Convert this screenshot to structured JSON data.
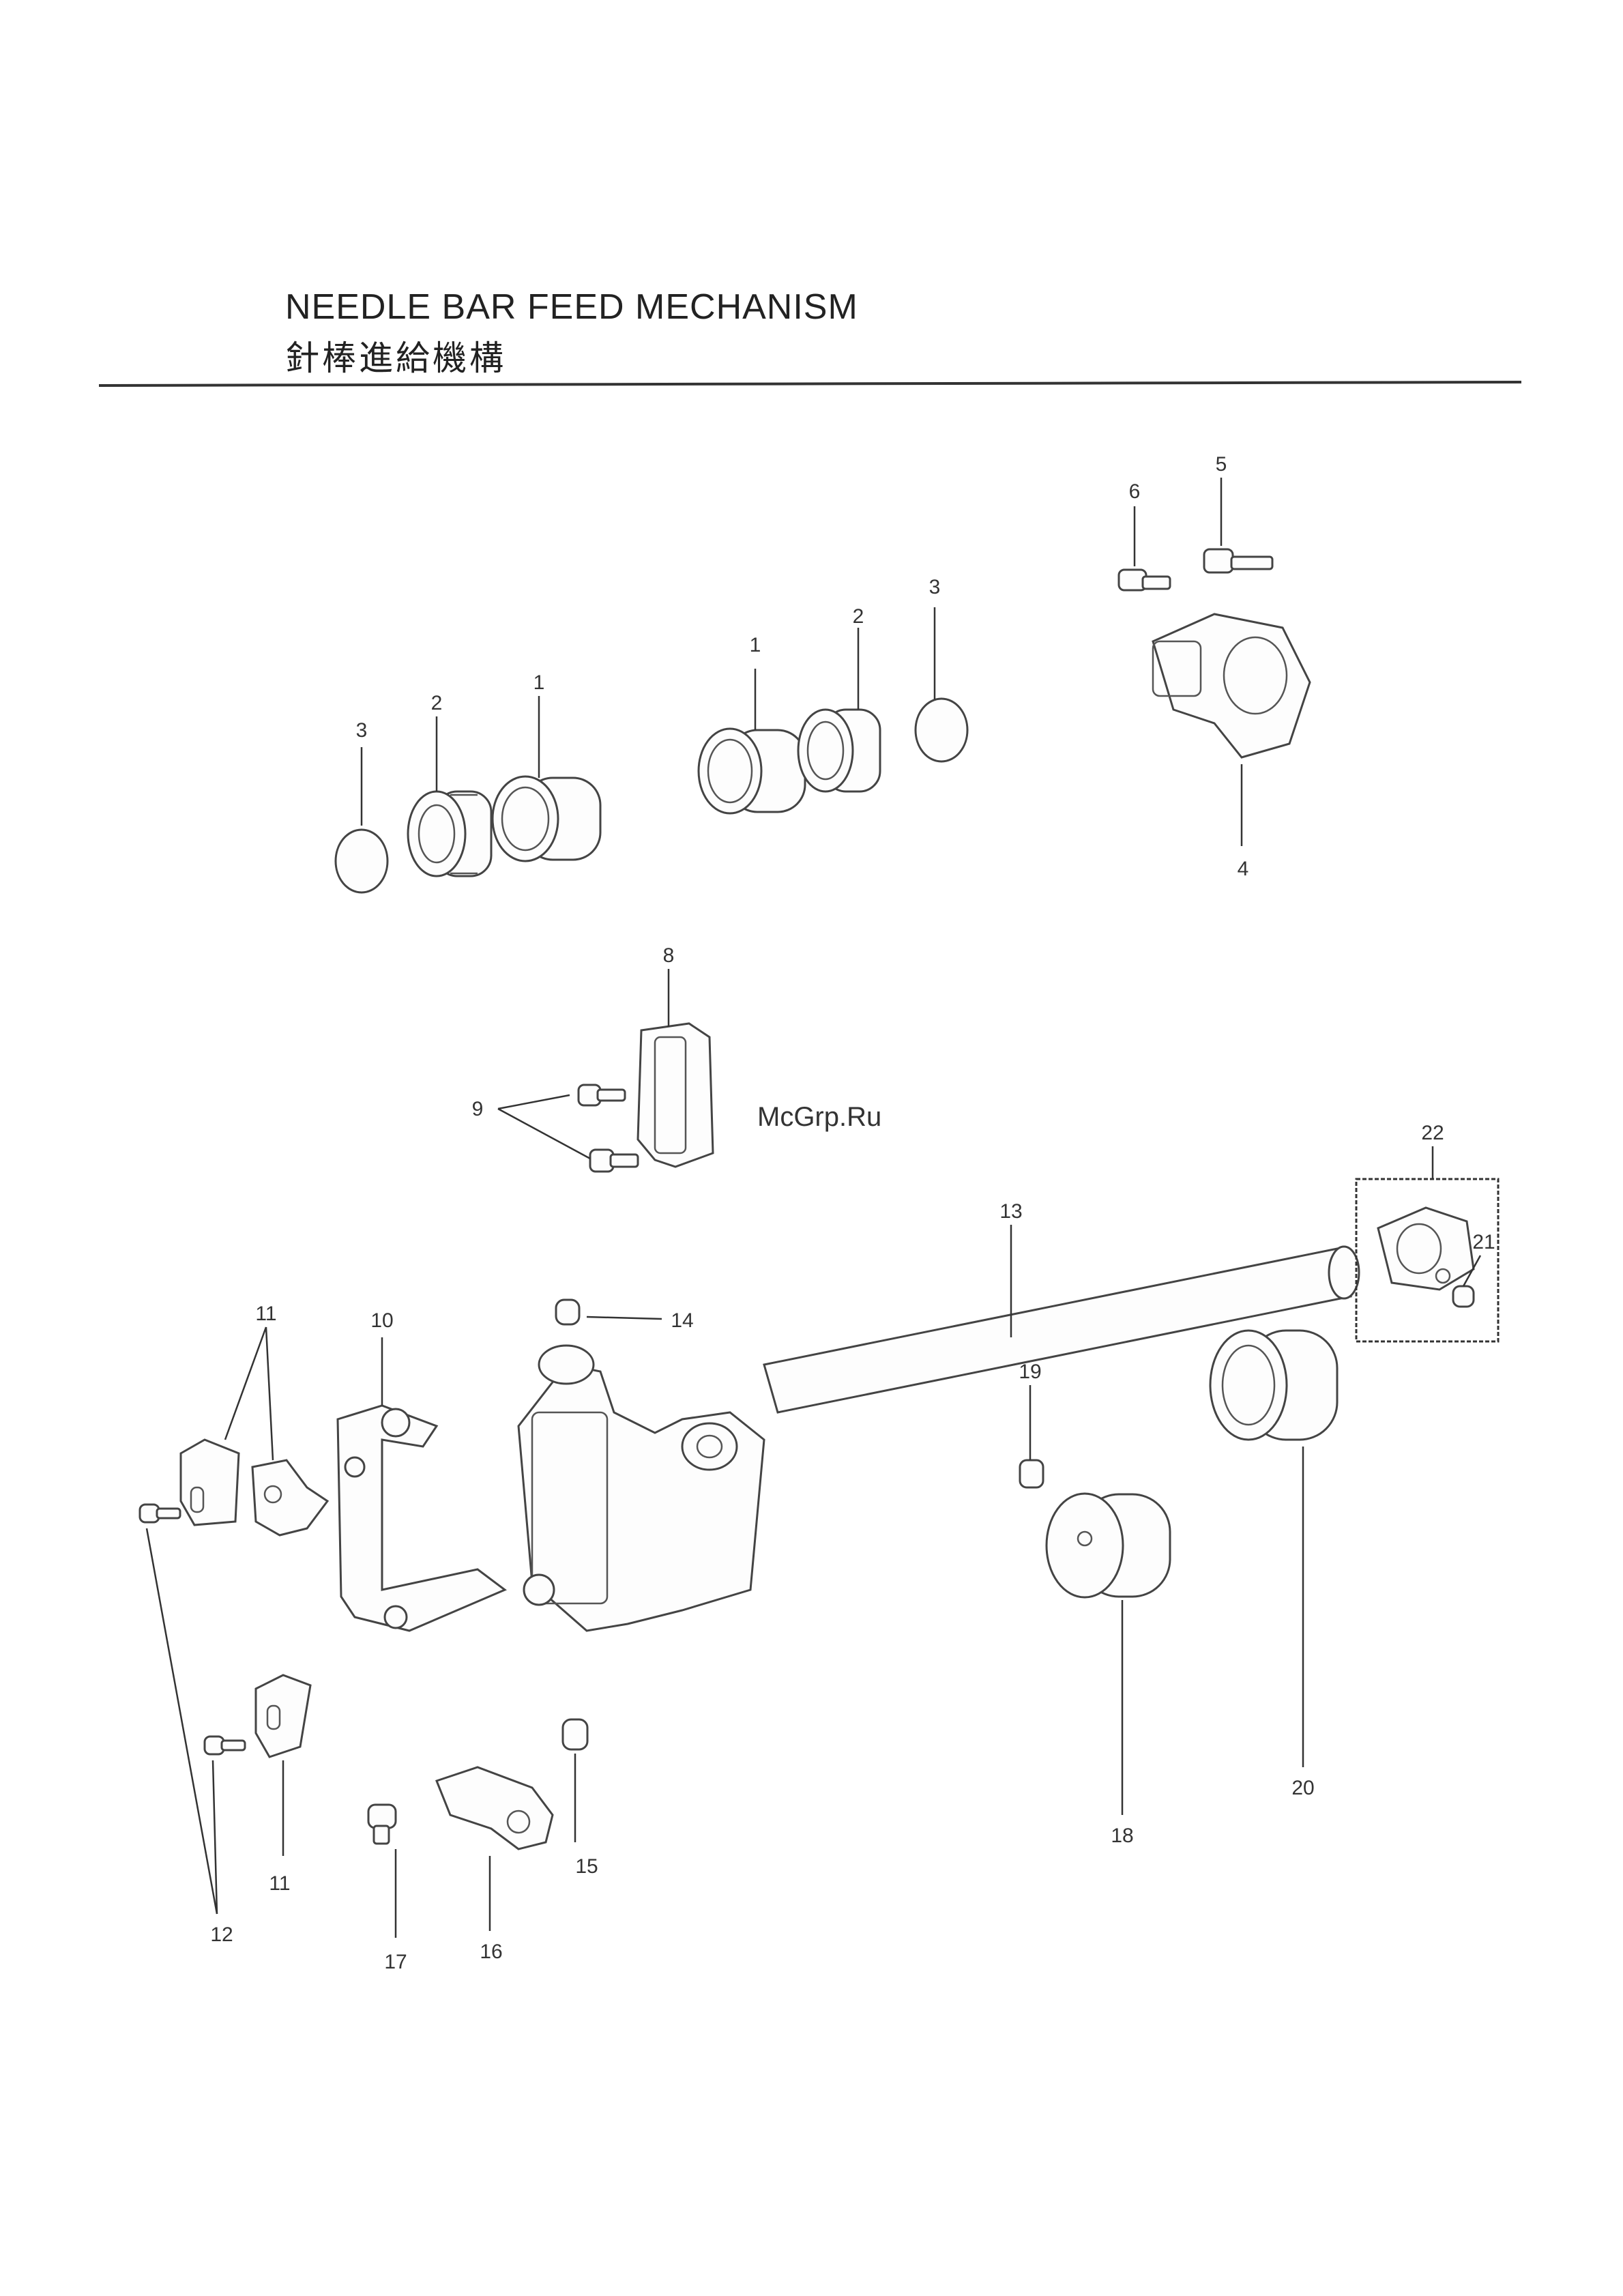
{
  "header": {
    "title_en": "NEEDLE BAR FEED MECHANISM",
    "title_jp": "針棒進給機構"
  },
  "watermark": "McGrp.Ru",
  "callouts": [
    "1",
    "2",
    "3",
    "1",
    "2",
    "3",
    "4",
    "5",
    "6",
    "8",
    "9",
    "10",
    "11",
    "11",
    "12",
    "13",
    "14",
    "15",
    "16",
    "17",
    "18",
    "19",
    "20",
    "21",
    "22"
  ],
  "colors": {
    "line": "#444444",
    "paper": "#ffffff"
  }
}
